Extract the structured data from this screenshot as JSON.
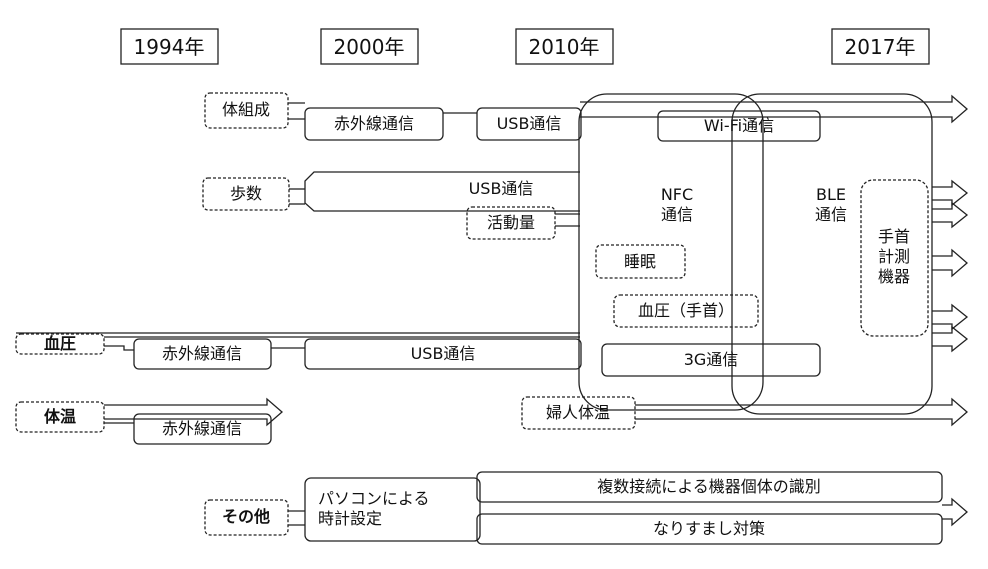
{
  "years": [
    "1994年",
    "2000年",
    "2010年",
    "2017年"
  ],
  "categories": {
    "body_composition": "体組成",
    "steps": "歩数",
    "blood_pressure": "血圧",
    "body_temperature": "体温",
    "other": "その他"
  },
  "labels": {
    "infrared_1": "赤外線通信",
    "usb_1": "USB通信",
    "usb_steps": "USB通信",
    "activity": "活動量",
    "infrared_bp": "赤外線通信",
    "usb_bp": "USB通信",
    "infrared_temp": "赤外線通信",
    "wifi": "Wi-Fi通信",
    "nfc": "NFC\n通信",
    "ble": "BLE\n通信",
    "sleep": "睡眠",
    "bp_wrist": "血圧（手首）",
    "g3": "3G通信",
    "wrist_device": "手首\n計測\n機器",
    "womens_temp": "婦人体温",
    "pc_clock": "パソコンによる\n時計設定",
    "multi_connect": "複数接続による機器個体の識別",
    "spoofing": "なりすまし対策"
  },
  "colors": {
    "line": "#222222",
    "background": "#ffffff",
    "text": "#111111"
  }
}
